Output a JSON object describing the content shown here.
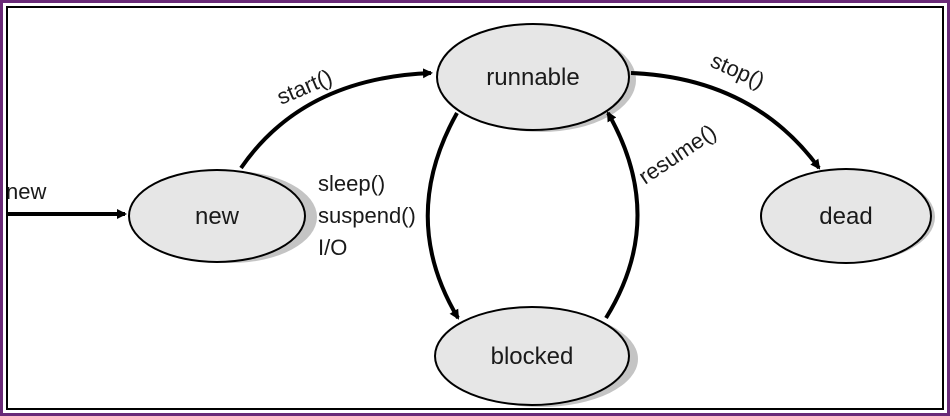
{
  "diagram": {
    "states": {
      "new": "new",
      "runnable": "runnable",
      "blocked": "blocked",
      "dead": "dead"
    },
    "transitions": {
      "entry": "new",
      "start": "start()",
      "stop": "stop()",
      "resume": "resume()",
      "block_reasons": [
        "sleep()",
        "suspend()",
        "I/O"
      ]
    },
    "colors": {
      "state_fill": "#e6e6e6",
      "state_shadow": "#c4c4c4",
      "stroke": "#000000",
      "frame": "#6a2a78"
    }
  }
}
